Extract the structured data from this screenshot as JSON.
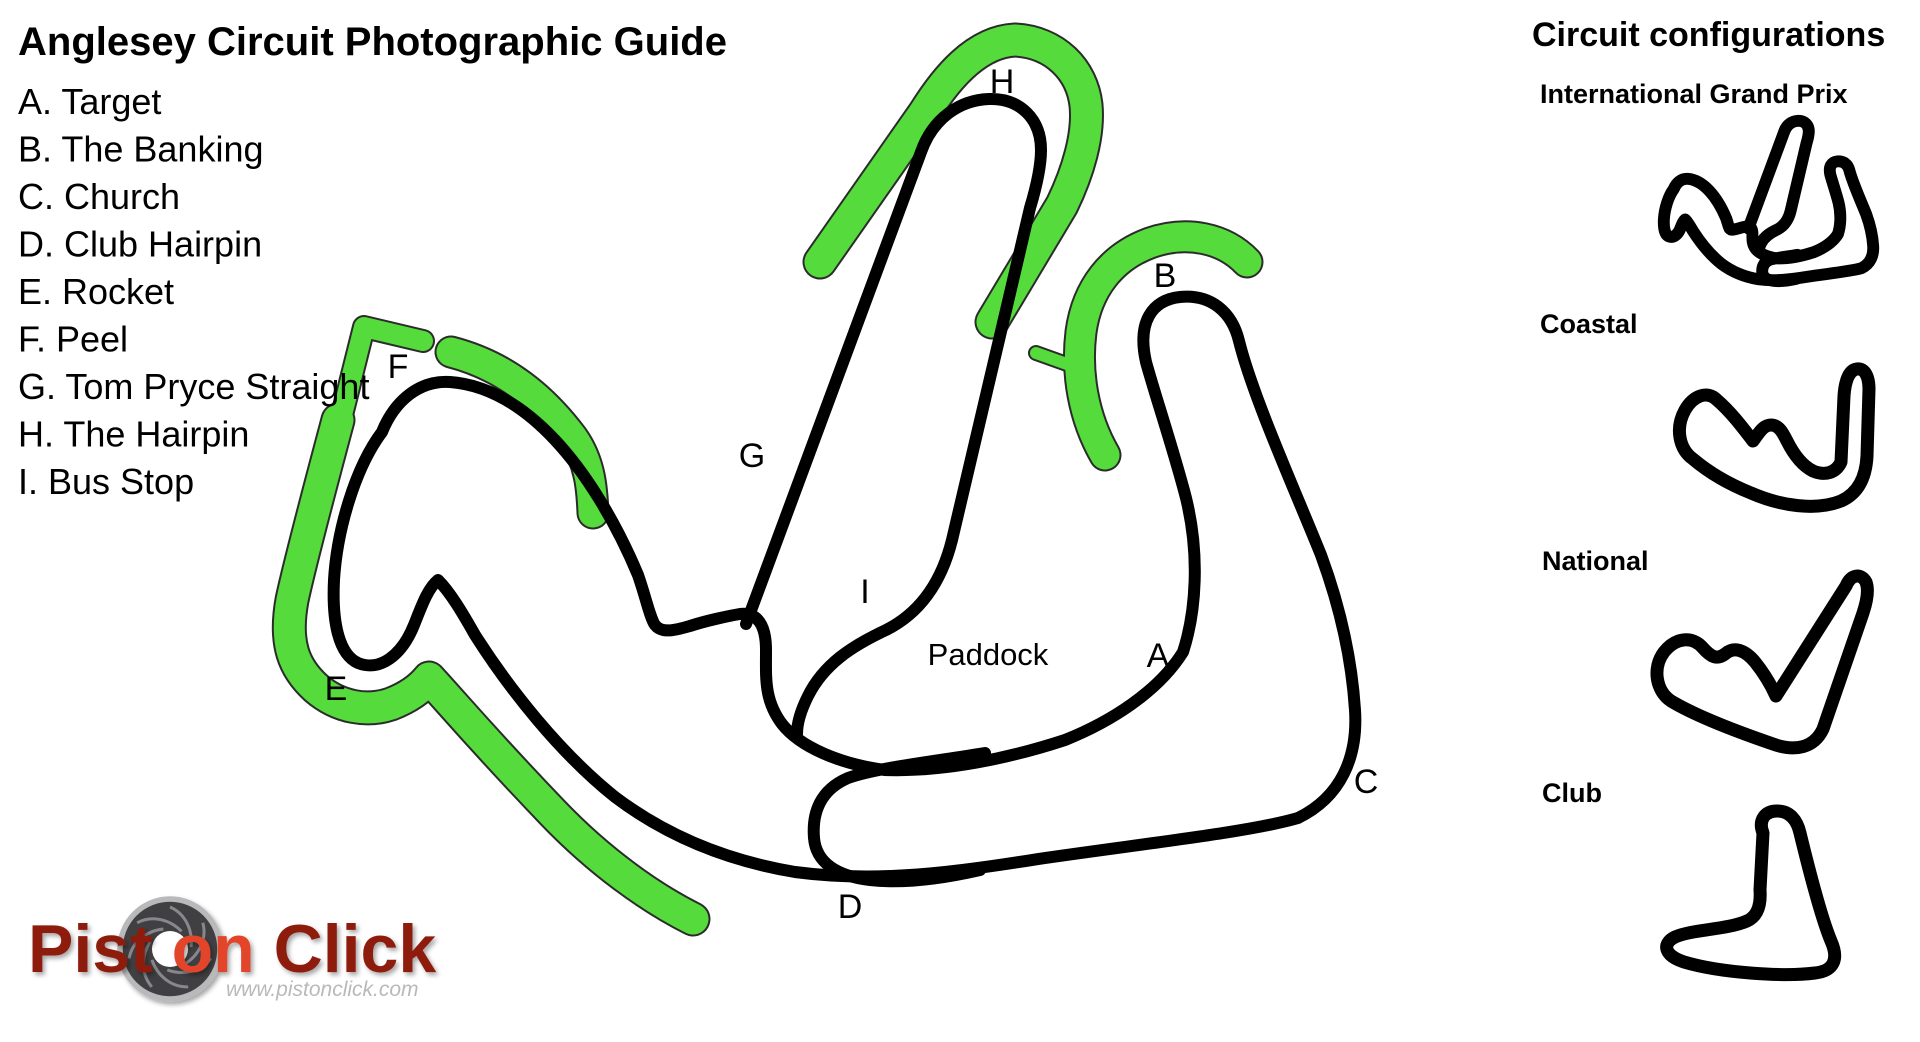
{
  "title": "Anglesey Circuit Photographic Guide",
  "legend": {
    "items": [
      {
        "label": "A. Target"
      },
      {
        "label": "B. The Banking"
      },
      {
        "label": "C. Church"
      },
      {
        "label": "D. Club Hairpin"
      },
      {
        "label": "E. Rocket"
      },
      {
        "label": "F. Peel"
      },
      {
        "label": "G. Tom Pryce Straight"
      },
      {
        "label": "H. The Hairpin"
      },
      {
        "label": "I. Bus Stop"
      }
    ]
  },
  "track": {
    "labels": {
      "a": "A",
      "b": "B",
      "c": "C",
      "d": "D",
      "e": "E",
      "f": "F",
      "g": "G",
      "h": "H",
      "i": "I"
    },
    "paddock_label": "Paddock"
  },
  "sidebar": {
    "heading": "Circuit configurations",
    "configs": [
      {
        "name": "International Grand Prix"
      },
      {
        "name": "Coastal"
      },
      {
        "name": "National"
      },
      {
        "name": "Club"
      }
    ]
  },
  "logo": {
    "text_part1": "Pist",
    "text_part2": "on",
    "text_part3": "Click",
    "website": "www.pistonclick.com"
  },
  "colors": {
    "track_black": "#000000",
    "viewing_area_green": "#55db3c",
    "green_outline": "#2b2b2b",
    "heading_slate": "#3d4b4b",
    "logo_dark_red": "#8e1c10",
    "logo_orange_red": "#e2452a"
  }
}
